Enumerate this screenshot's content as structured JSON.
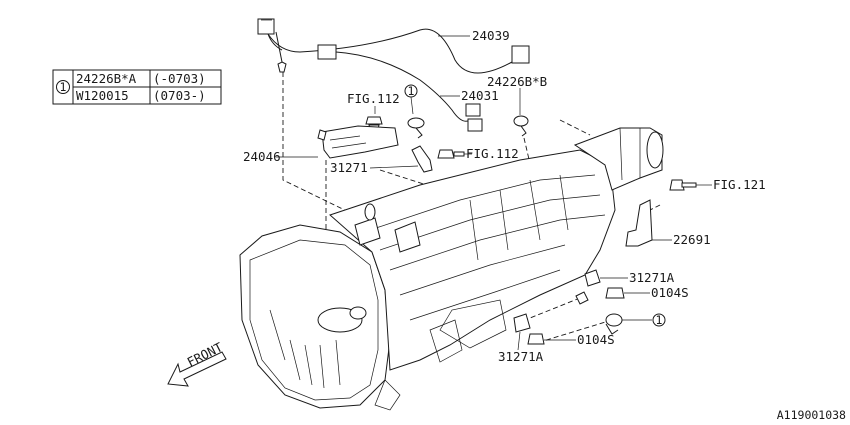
{
  "legend": {
    "circle_ref": "1",
    "rows": [
      {
        "part": "24226B*A",
        "range": "(-0703)"
      },
      {
        "part": "W120015",
        "range": "(0703-)"
      }
    ]
  },
  "callouts": {
    "c24039": "24039",
    "c24031": "24031",
    "c24226B_B": "24226B*B",
    "fig112_top": "FIG.112",
    "fig112_mid": "FIG.112",
    "ref1_top": "1",
    "c24046": "24046",
    "c31271": "31271",
    "fig121": "FIG.121",
    "c22691": "22691",
    "c31271A_right": "31271A",
    "c0104S_right": "0104S",
    "ref1_right": "1",
    "c0104S_bottom": "0104S",
    "c31271A_bottom": "31271A"
  },
  "front_label": "FRONT",
  "diagram_id": "A119001038"
}
